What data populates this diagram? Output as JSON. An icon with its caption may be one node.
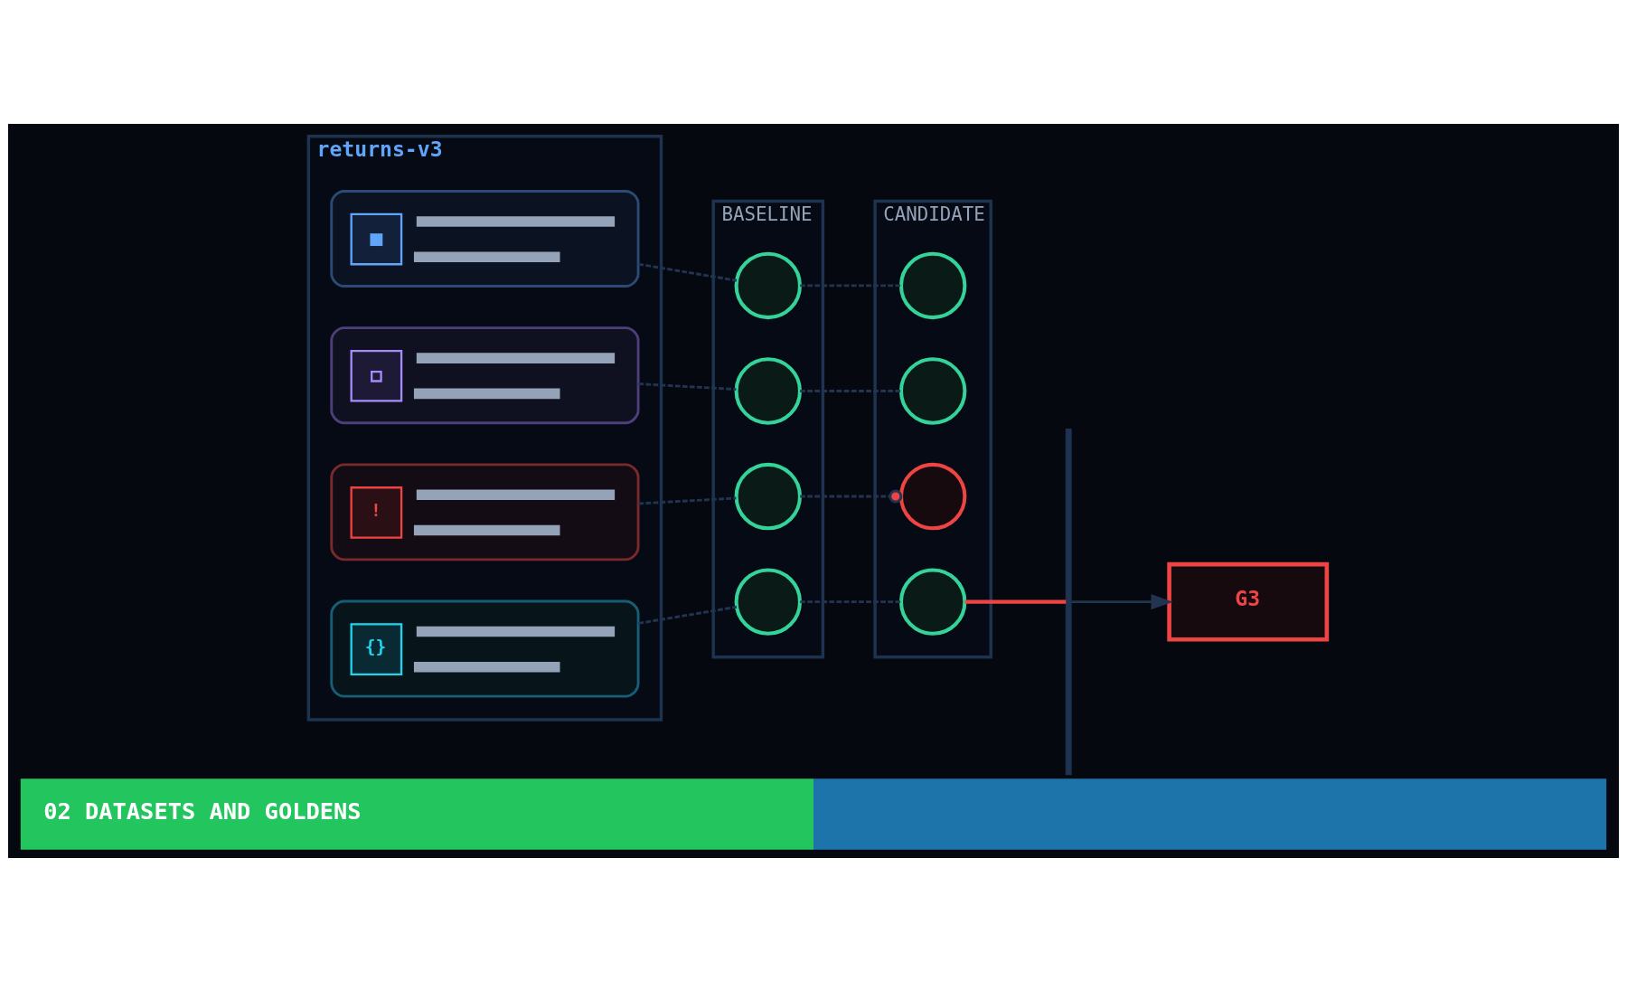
{
  "diagram": {
    "caption": "02 DATASETS AND GOLDENS",
    "nodes": [
      {
        "text": [
          "returns-v3"
        ]
      },
      {
        "text": [],
        "shape": "box",
        "in": 0
      },
      {
        "text": [],
        "shape": "box",
        "in": 0
      },
      {
        "text": [
          "!"
        ],
        "in": 0
      },
      {
        "text": [
          "{}"
        ],
        "in": 0
      },
      {
        "text": [
          "BASELINE"
        ]
      },
      {
        "text": [],
        "shape": "circle",
        "in": 5
      },
      {
        "text": [],
        "shape": "circle",
        "in": 5
      },
      {
        "text": [],
        "shape": "circle",
        "in": 5
      },
      {
        "text": [],
        "shape": "circle",
        "in": 5
      },
      {
        "text": [
          "CANDIDATE"
        ]
      },
      {
        "text": [],
        "shape": "circle",
        "in": 10
      },
      {
        "text": [],
        "shape": "circle",
        "in": 10
      },
      {
        "text": [],
        "shape": "circle",
        "in": 10
      },
      {
        "text": [],
        "shape": "circle",
        "in": 10
      },
      {
        "text": [],
        "shape": "bar"
      },
      {
        "text": [
          "G3"
        ]
      }
    ],
    "edges": [
      {
        "from": 1,
        "to": 6,
        "arrow": "none",
        "style": "dashed"
      },
      {
        "from": 2,
        "to": 7,
        "arrow": "none",
        "style": "dashed"
      },
      {
        "from": 3,
        "to": 8,
        "arrow": "none",
        "style": "dashed"
      },
      {
        "from": 4,
        "to": 9,
        "arrow": "none",
        "style": "dashed"
      },
      {
        "from": 6,
        "to": 11,
        "arrow": "none",
        "style": "dashed"
      },
      {
        "from": 7,
        "to": 12,
        "arrow": "none",
        "style": "dashed"
      },
      {
        "from": 8,
        "to": 13,
        "arrow": "other",
        "style": "dashed"
      },
      {
        "from": 9,
        "to": 14,
        "arrow": "none",
        "style": "dashed"
      },
      {
        "from": 14,
        "to": 15,
        "arrow": "none",
        "color": "#ef4444"
      },
      {
        "from": 15,
        "to": 16,
        "arrow": "to"
      }
    ]
  }
}
